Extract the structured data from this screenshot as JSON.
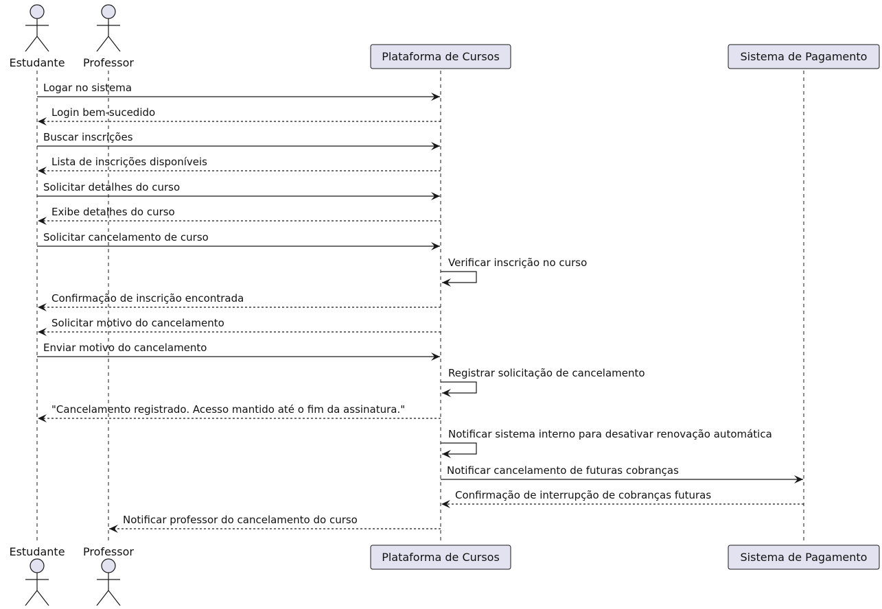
{
  "colors": {
    "participant_fill": "#E2E2F0",
    "participant_stroke": "#181818",
    "line": "#181818",
    "lifeline": "#181818"
  },
  "participants": [
    {
      "id": "estudante",
      "label": "Estudante",
      "kind": "actor"
    },
    {
      "id": "professor",
      "label": "Professor",
      "kind": "actor"
    },
    {
      "id": "plataforma",
      "label": "Plataforma de Cursos",
      "kind": "participant"
    },
    {
      "id": "pagamento",
      "label": "Sistema de Pagamento",
      "kind": "participant"
    }
  ],
  "messages": [
    {
      "from": "estudante",
      "to": "plataforma",
      "style": "solid",
      "label": "Logar no sistema"
    },
    {
      "from": "plataforma",
      "to": "estudante",
      "style": "dashed",
      "label": "Login bem-sucedido"
    },
    {
      "from": "estudante",
      "to": "plataforma",
      "style": "solid",
      "label": "Buscar inscrições"
    },
    {
      "from": "plataforma",
      "to": "estudante",
      "style": "dashed",
      "label": "Lista de inscrições disponíveis"
    },
    {
      "from": "estudante",
      "to": "plataforma",
      "style": "solid",
      "label": "Solicitar detalhes do curso"
    },
    {
      "from": "plataforma",
      "to": "estudante",
      "style": "dashed",
      "label": "Exibe detalhes do curso"
    },
    {
      "from": "estudante",
      "to": "plataforma",
      "style": "solid",
      "label": "Solicitar cancelamento de curso"
    },
    {
      "from": "plataforma",
      "to": "plataforma",
      "style": "solid",
      "label": "Verificar inscrição no curso"
    },
    {
      "from": "plataforma",
      "to": "estudante",
      "style": "dashed",
      "label": "Confirmação de inscrição encontrada"
    },
    {
      "from": "plataforma",
      "to": "estudante",
      "style": "dashed",
      "label": "Solicitar motivo do cancelamento"
    },
    {
      "from": "estudante",
      "to": "plataforma",
      "style": "solid",
      "label": "Enviar motivo do cancelamento"
    },
    {
      "from": "plataforma",
      "to": "plataforma",
      "style": "solid",
      "label": "Registrar solicitação de cancelamento"
    },
    {
      "from": "plataforma",
      "to": "estudante",
      "style": "dashed",
      "label": "\"Cancelamento registrado. Acesso mantido até o fim da assinatura.\""
    },
    {
      "from": "plataforma",
      "to": "plataforma",
      "style": "solid",
      "label": "Notificar sistema interno para desativar renovação automática"
    },
    {
      "from": "plataforma",
      "to": "pagamento",
      "style": "solid",
      "label": "Notificar cancelamento de futuras cobranças"
    },
    {
      "from": "pagamento",
      "to": "plataforma",
      "style": "dashed",
      "label": "Confirmação de interrupção de cobranças futuras"
    },
    {
      "from": "plataforma",
      "to": "professor",
      "style": "dashed",
      "label": "Notificar professor do cancelamento do curso"
    }
  ]
}
